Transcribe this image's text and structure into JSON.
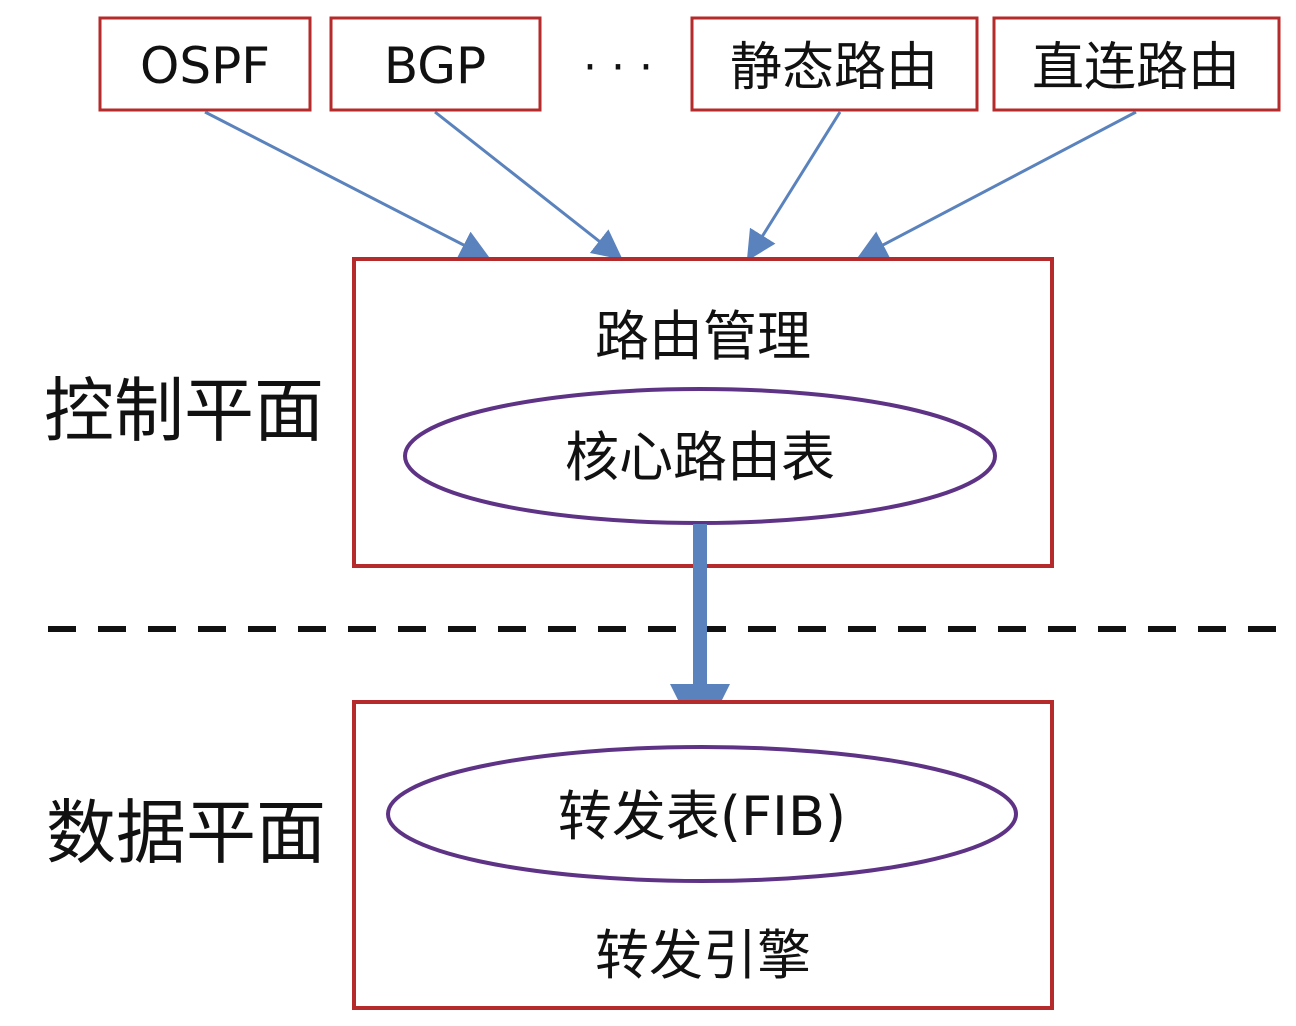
{
  "sources": [
    {
      "id": "ospf",
      "label": "OSPF"
    },
    {
      "id": "bgp",
      "label": "BGP"
    },
    {
      "id": "ellipsis",
      "label": "· · ·"
    },
    {
      "id": "static",
      "label": "静态路由"
    },
    {
      "id": "direct",
      "label": "直连路由"
    }
  ],
  "control_plane": {
    "label": "控制平面",
    "box_title": "路由管理",
    "table_label": "核心路由表"
  },
  "data_plane": {
    "label": "数据平面",
    "table_label": "转发表(FIB)",
    "box_title": "转发引擎"
  },
  "colors": {
    "box_border": "#b52a2a",
    "arrow": "#5a82bd",
    "ellipse_border": "#5e3386",
    "divider": "#111111"
  }
}
